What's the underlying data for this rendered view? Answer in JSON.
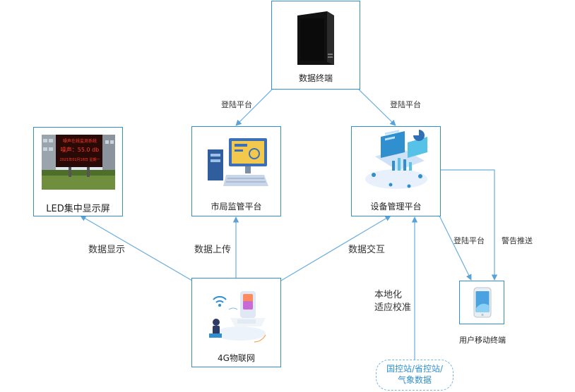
{
  "nodes": {
    "data_terminal": "数据终端",
    "led_screen": "LED集中显示屏",
    "city_platform": "市局监管平台",
    "device_platform": "设备管理平台",
    "iot_4g": "4G物联网",
    "mobile_terminal": "用户移动终端",
    "source_line1": "国控站/省控站/",
    "source_line2": "气象数据"
  },
  "led_display": {
    "line1": "噪声在线监测系统",
    "line2": "噪声：55.0 db",
    "line3": "2021年01月18日 星期一"
  },
  "edges": {
    "login_left": "登陆平台",
    "login_right": "登陆平台",
    "data_display": "数据显示",
    "data_upload": "数据上传",
    "data_exchange": "数据交互",
    "localize_line1": "本地化",
    "localize_line2": "适应校准",
    "login_mobile": "登陆平台",
    "alert_push": "警告推送"
  },
  "colors": {
    "border": "#2f8fcf",
    "line": "#6aaedb",
    "accent": "#2f8fcf"
  }
}
